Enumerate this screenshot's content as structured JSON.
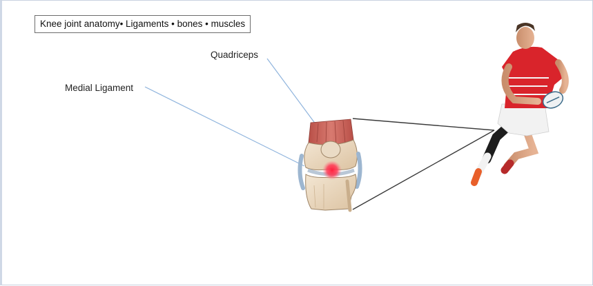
{
  "title": "Knee joint anatomy• Ligaments • bones • muscles",
  "labels": {
    "quadriceps": "Quadriceps",
    "medial_ligament": "Medial Ligament"
  },
  "colors": {
    "pointer_line": "#8fb4dd",
    "zoom_line": "#3a3a3a",
    "injury_highlight": "#ff1f3d",
    "muscle": "#c9655c",
    "bone": "#e9d6bd",
    "ligament": "#9db6d0",
    "jersey": "#d9242b",
    "shorts": "#f2f2f2",
    "socks": "#1d1d1d"
  },
  "icons": {
    "knee": "knee-joint-illustration",
    "player": "rugby-player-image"
  }
}
